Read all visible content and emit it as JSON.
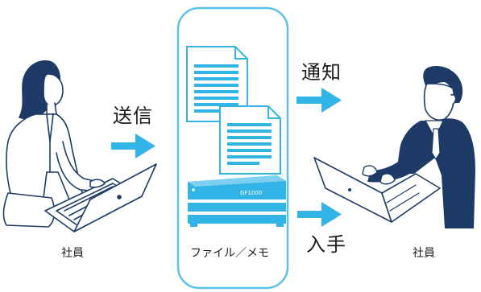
{
  "labels": {
    "send": "送信",
    "notify": "通知",
    "obtain": "入手",
    "employee_left": "社員",
    "employee_right": "社員",
    "center_caption": "ファイル／メモ",
    "device_model": "GF1000"
  },
  "icons": {
    "employee_left": "woman-with-laptop-icon",
    "employee_right": "man-with-laptop-icon",
    "document_back": "document-icon",
    "document_front": "document-icon",
    "server": "network-storage-device-icon",
    "arrow_send": "arrow-right-icon",
    "arrow_notify": "arrow-right-icon",
    "arrow_obtain": "arrow-right-icon"
  },
  "colors": {
    "navy": "#1e3a66",
    "accent": "#33b4e6",
    "panel_border": "#5cc2ec",
    "text": "#1a1a1a"
  }
}
